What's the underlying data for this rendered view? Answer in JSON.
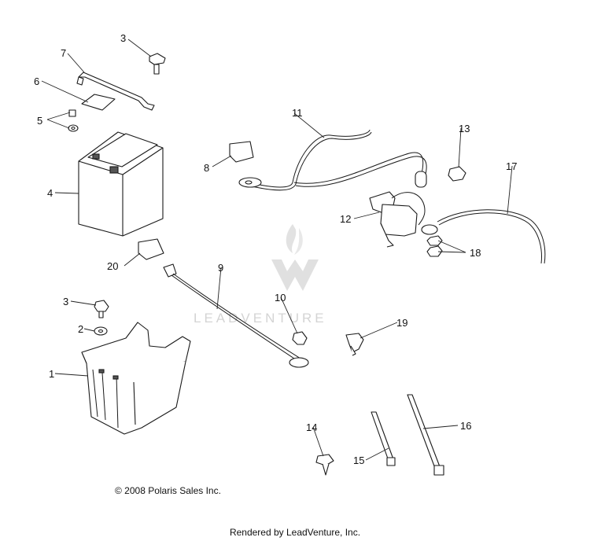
{
  "diagram": {
    "callouts": [
      {
        "id": "c1",
        "label": "1"
      },
      {
        "id": "c2",
        "label": "2"
      },
      {
        "id": "c3a",
        "label": "3"
      },
      {
        "id": "c3b",
        "label": "3"
      },
      {
        "id": "c4",
        "label": "4"
      },
      {
        "id": "c5",
        "label": "5"
      },
      {
        "id": "c6",
        "label": "6"
      },
      {
        "id": "c7",
        "label": "7"
      },
      {
        "id": "c8",
        "label": "8"
      },
      {
        "id": "c9",
        "label": "9"
      },
      {
        "id": "c10",
        "label": "10"
      },
      {
        "id": "c11",
        "label": "11"
      },
      {
        "id": "c12",
        "label": "12"
      },
      {
        "id": "c13",
        "label": "13"
      },
      {
        "id": "c14",
        "label": "14"
      },
      {
        "id": "c15",
        "label": "15"
      },
      {
        "id": "c16",
        "label": "16"
      },
      {
        "id": "c17",
        "label": "17"
      },
      {
        "id": "c18",
        "label": "18"
      },
      {
        "id": "c19",
        "label": "19"
      },
      {
        "id": "c20",
        "label": "20"
      }
    ]
  },
  "watermark": {
    "text": "LEADVENTURE"
  },
  "copyright": "© 2008 Polaris Sales Inc.",
  "footer": "Rendered by LeadVenture, Inc."
}
